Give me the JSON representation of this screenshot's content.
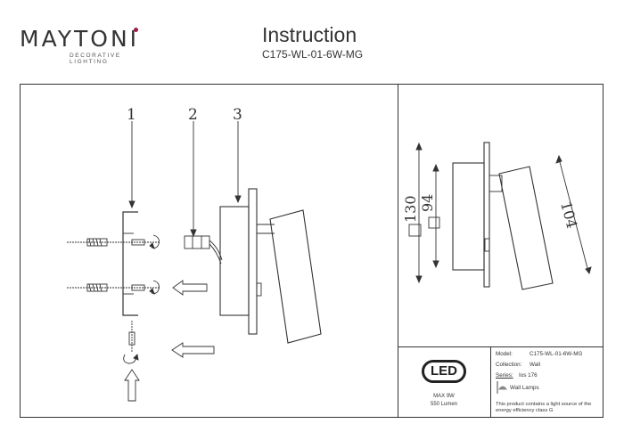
{
  "brand": {
    "name": "MAYTONI",
    "tagline": "DECORATIVE LIGHTING",
    "accent_color": "#a01a4a"
  },
  "header": {
    "title": "Instruction",
    "model_code": "C175-WL-01-6W-MG"
  },
  "assembly": {
    "step_labels": [
      "1",
      "2",
      "3"
    ]
  },
  "dimensions": {
    "height_outer": "130",
    "height_inner": "94",
    "diagonal": "104"
  },
  "led": {
    "badge": "LED",
    "power": "MAX 9W",
    "lumen": "550 Lumen"
  },
  "specs": {
    "model_label": "Model:",
    "model_value": "C175-WL-01-6W-MG",
    "collection_label": "Collection:",
    "collection_value": "Wall",
    "series_label": "Series:",
    "series_value": "Ios 176",
    "lamp_type": "Wall Lamps",
    "lamp_icon": "wall-lamp-icon",
    "energy_note": "This product contains a light source of the energy efficiency class G"
  }
}
